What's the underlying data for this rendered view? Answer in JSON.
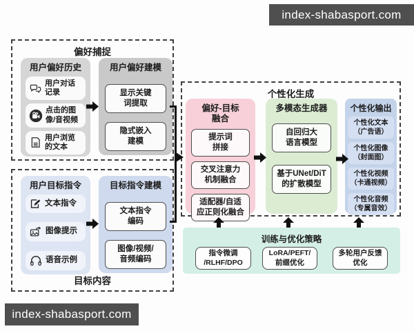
{
  "watermarks": {
    "top": "index-shabasport.com",
    "bottom": "index-shabasport.com"
  },
  "colors": {
    "watermark_bg": "#4f4f4f",
    "dashed_border": "#3e3e3e",
    "gray_panel_light": "#d6d6d6",
    "gray_panel_dark": "#c9c9c9",
    "blue_panel_light": "#dde4f2",
    "blue_panel_dark": "#cfdaee",
    "pink_panel": "#f7d0d9",
    "green_panel": "#dbecd3",
    "output_panel_blue": "#c3d3e9",
    "teal_panel": "#d4efe6",
    "arrow_black": "#111111"
  },
  "sections": {
    "preference_capture": {
      "title": "偏好捕捉",
      "history": {
        "title": "用户偏好历史",
        "items": [
          {
            "icon": "chat-bubbles-icon",
            "label": "用户对话\n记录"
          },
          {
            "icon": "movie-camera-icon",
            "label": "点击的图\n像/音视频"
          },
          {
            "icon": "document-icon",
            "label": "用户浏览\n的文本"
          }
        ]
      },
      "modeling": {
        "title": "用户偏好建模",
        "items": [
          {
            "label": "显示关键\n词提取"
          },
          {
            "label": "隐式嵌入\n建模"
          }
        ]
      }
    },
    "target_content": {
      "title": "目标内容",
      "instructions": {
        "title": "用户目标指令",
        "items": [
          {
            "icon": "compose-pen-icon",
            "label": "文本指令"
          },
          {
            "icon": "image-prompt-icon",
            "label": "图像提示"
          },
          {
            "icon": "headphones-icon",
            "label": "语音示例"
          }
        ]
      },
      "modeling": {
        "title": "目标指令建模",
        "items": [
          {
            "label": "文本指令\n编码"
          },
          {
            "label": "图像/视频/\n音频编码"
          }
        ]
      }
    },
    "personalized_generation": {
      "title": "个性化生成",
      "fusion": {
        "title": "偏好-目标\n融合",
        "items": [
          {
            "label": "提示词\n拼接"
          },
          {
            "label": "交叉注意力\n机制融合"
          },
          {
            "label": "适配器/自适\n应正则化融合"
          }
        ]
      },
      "generator": {
        "title": "多模态生成器",
        "items": [
          {
            "label": "自回归大\n语言模型"
          },
          {
            "label": "基于UNet/DiT\n的扩散模型"
          }
        ]
      },
      "output": {
        "title": "个性化输出",
        "items": [
          {
            "label": "个性化文本\n（广告语）"
          },
          {
            "label": "个性化图像\n（封面图）"
          },
          {
            "label": "个性化视频\n（卡通视频）"
          },
          {
            "label": "个性化音频\n（专属音效）"
          }
        ]
      }
    },
    "training": {
      "title": "训练与优化策略",
      "items": [
        {
          "label": "指令微调\n/RLHF/DPO"
        },
        {
          "label": "LoRA/PEFT/\n前缀优化"
        },
        {
          "label": "多轮用户反馈\n优化"
        }
      ]
    }
  }
}
